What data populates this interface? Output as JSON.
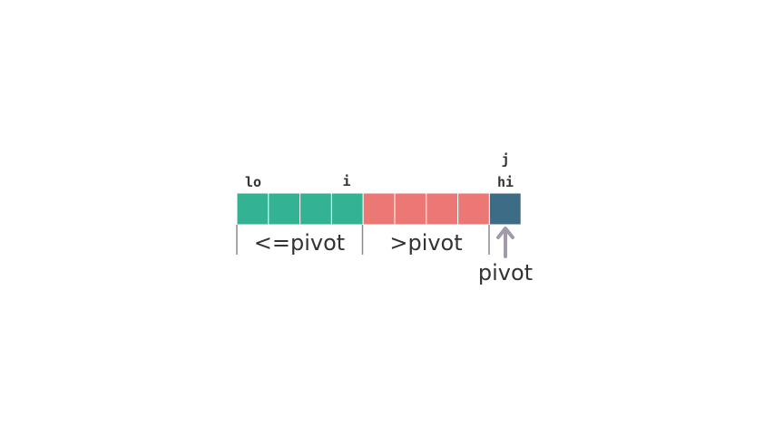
{
  "array": {
    "cells": [
      {
        "region": "le"
      },
      {
        "region": "le"
      },
      {
        "region": "le"
      },
      {
        "region": "le"
      },
      {
        "region": "gt"
      },
      {
        "region": "gt"
      },
      {
        "region": "gt"
      },
      {
        "region": "gt"
      },
      {
        "region": "pivot"
      }
    ]
  },
  "pointers": {
    "lo": "lo",
    "i": "i",
    "j": "j",
    "hi": "hi"
  },
  "regions": {
    "le_label": "<=pivot",
    "gt_label": ">pivot"
  },
  "pivot": {
    "label": "pivot",
    "arrow_icon": "up-arrow-icon"
  },
  "colors": {
    "le": "#33b394",
    "gt": "#ec7876",
    "pivot": "#3d6c86",
    "cell_border": "#ffffff",
    "bracket": "#8a8a8a",
    "arrow": "#a09aaa",
    "text": "#333333"
  }
}
